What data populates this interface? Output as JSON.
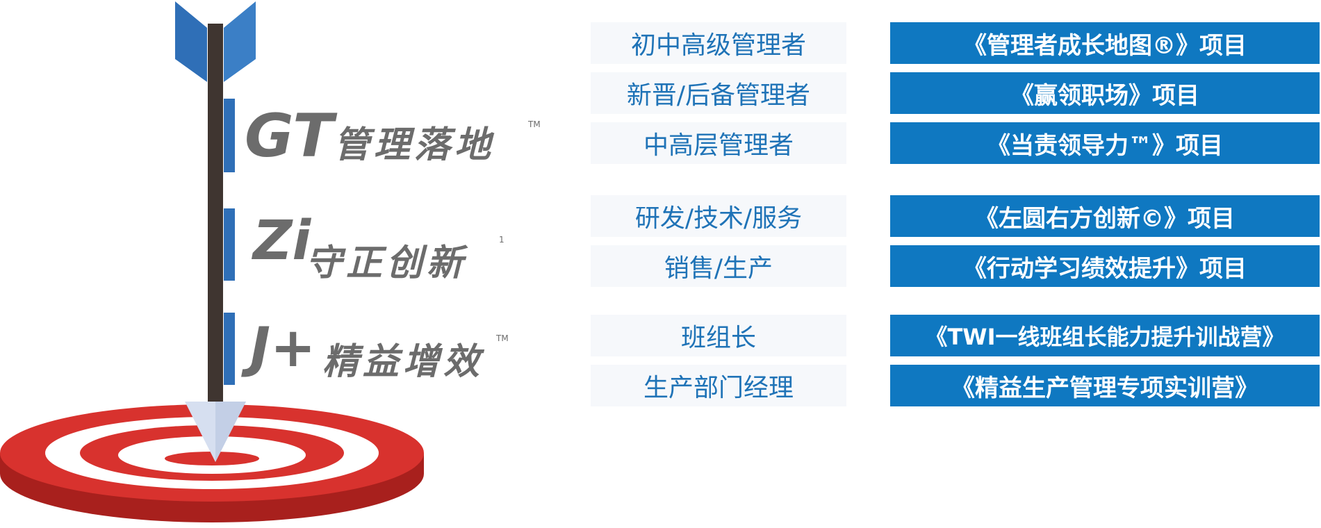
{
  "brands": [
    {
      "logo": "GT",
      "name": "管理落地",
      "tm": "TM"
    },
    {
      "logo": "Zi",
      "name": "守正创新",
      "tm": "1"
    },
    {
      "logo": "J+",
      "name": "精益增效",
      "tm": "TM"
    }
  ],
  "rows": [
    {
      "audience": "初中高级管理者",
      "program": "《管理者成长地图®》项目"
    },
    {
      "audience": "新晋/后备管理者",
      "program": "《赢领职场》项目"
    },
    {
      "audience": "中高层管理者",
      "program": "《当责领导力™》项目"
    },
    {
      "audience": "研发/技术/服务",
      "program": "《左圆右方创新©》项目"
    },
    {
      "audience": "销售/生产",
      "program": "《行动学习绩效提升》项目"
    },
    {
      "audience": "班组长",
      "program": "《TWI一线班组长能力提升训战营》"
    },
    {
      "audience": "生产部门经理",
      "program": "《精益生产管理专项实训营》"
    }
  ],
  "colors": {
    "accent_blue": "#0f78c1",
    "audience_text": "#1f73b7",
    "brand_gray": "#6c6c6c",
    "target_red": "#d8322e"
  }
}
